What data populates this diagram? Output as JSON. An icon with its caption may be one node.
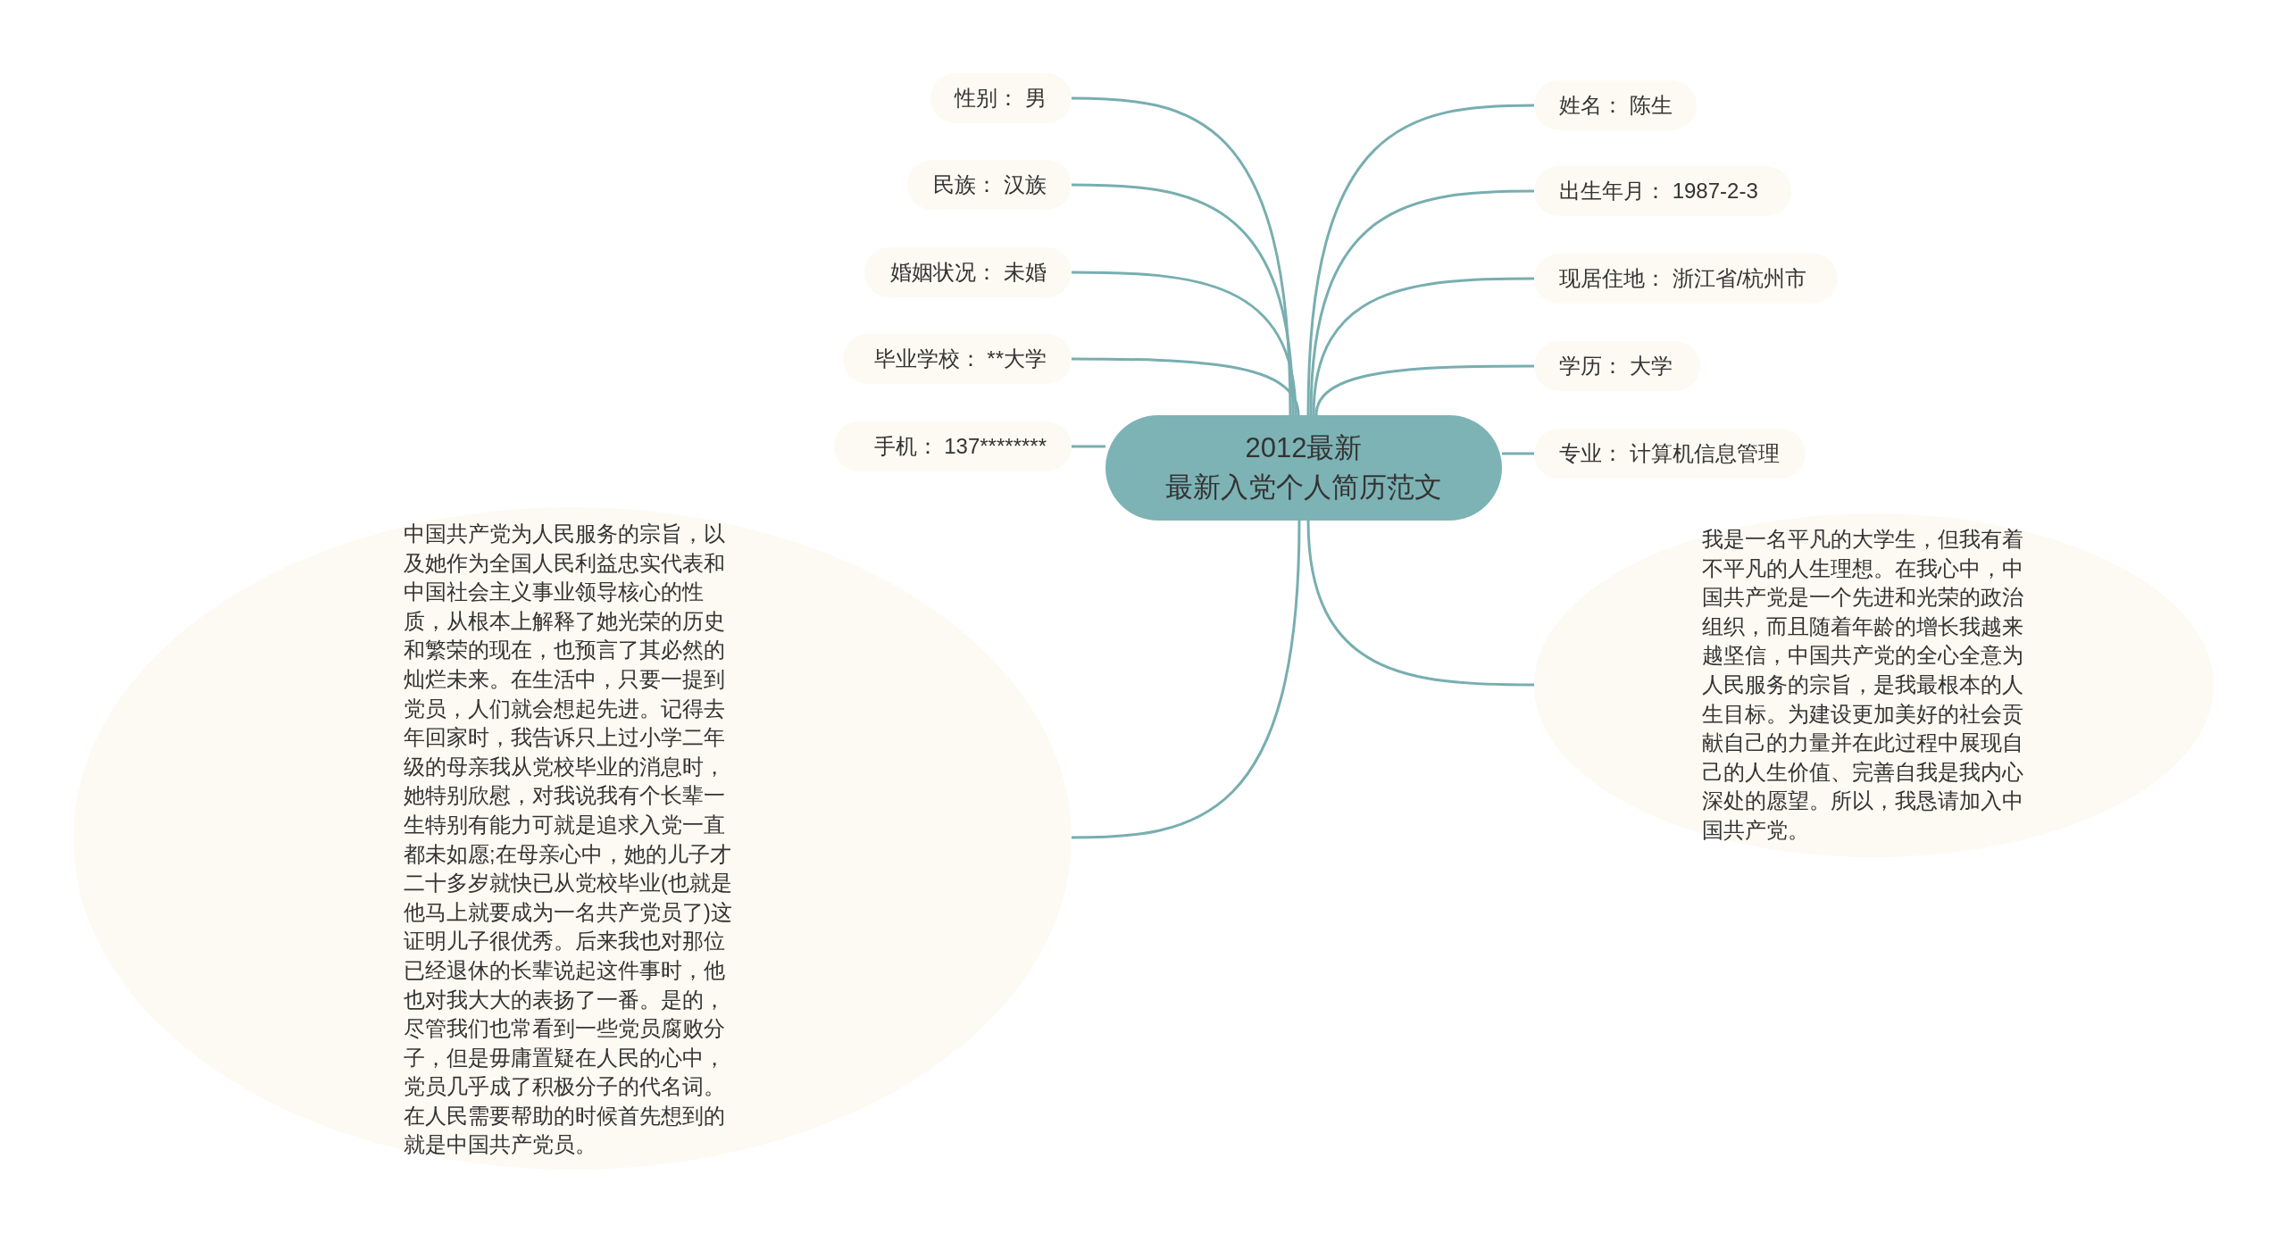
{
  "diagram": {
    "nodes": [
      {
        "text": [
          "2012最新",
          "最新入党个人简历范文"
        ]
      },
      {
        "text": [
          "性别： 男"
        ]
      },
      {
        "text": [
          "民族： 汉族"
        ]
      },
      {
        "text": [
          "婚姻状况： 未婚"
        ]
      },
      {
        "text": [
          "毕业学校： **大学"
        ]
      },
      {
        "text": [
          "手机： 137********"
        ]
      },
      {
        "text": [
          "姓名： 陈生"
        ]
      },
      {
        "text": [
          "出生年月： 1987-2-3"
        ]
      },
      {
        "text": [
          "现居住地： 浙江省/杭州市"
        ]
      },
      {
        "text": [
          "学历： 大学"
        ]
      },
      {
        "text": [
          "专业： 计算机信息管理"
        ]
      },
      {
        "text": [
          "中国共产党为人民服务的宗旨，以及她作为全国人民利益忠实代表和中国社会主义事业领导核心的性质，从根本上解释了她光荣的历史和繁荣的现在，也预言了其必然的灿烂未来。在生活中，只要一提到党员，人们就会想起先进。记得去年回家时，我告诉只上过小学二年级的母亲我从党校毕业的消息时，她特别欣慰，对我说我有个长辈一生特别有能力可就是追求入党一直都未如愿;在母亲心中，她的儿子才二十多岁就快已从党校毕业(也就是他马上就要成为一名共产党员了)这证明儿子很优秀。后来我也对那位已经退休的长辈说起这件事时，他也对我大大的表扬了一番。是的，尽管我们也常看到一些党员腐败分子，但是毋庸置疑在人民的心中，党员几乎成了积极分子的代名词。在人民需要帮助的时候首先想到的就是中国共产党员。"
        ]
      },
      {
        "text": [
          "我是一名平凡的大学生，但我有着不平凡的人生理想。在我心中，中国共产党是一个先进和光荣的政治组织，而且随着年龄的增长我越来越坚信，中国共产党的全心全意为人民服务的宗旨，是我最根本的人生目标。为建设更加美好的社会贡献自己的力量并在此过程中展现自己的人生价值、完善自我是我内心深处的愿望。所以，我恳请加入中国共产党。"
        ]
      }
    ],
    "edges": [
      {
        "from": 0,
        "to": 1,
        "arrow": "none"
      },
      {
        "from": 0,
        "to": 2,
        "arrow": "none"
      },
      {
        "from": 0,
        "to": 3,
        "arrow": "none"
      },
      {
        "from": 0,
        "to": 4,
        "arrow": "none"
      },
      {
        "from": 0,
        "to": 5,
        "arrow": "none"
      },
      {
        "from": 0,
        "to": 6,
        "arrow": "none"
      },
      {
        "from": 0,
        "to": 7,
        "arrow": "none"
      },
      {
        "from": 0,
        "to": 8,
        "arrow": "none"
      },
      {
        "from": 0,
        "to": 9,
        "arrow": "none"
      },
      {
        "from": 0,
        "to": 10,
        "arrow": "none"
      },
      {
        "from": 0,
        "to": 11,
        "arrow": "none"
      },
      {
        "from": 0,
        "to": 12,
        "arrow": "none"
      }
    ]
  }
}
